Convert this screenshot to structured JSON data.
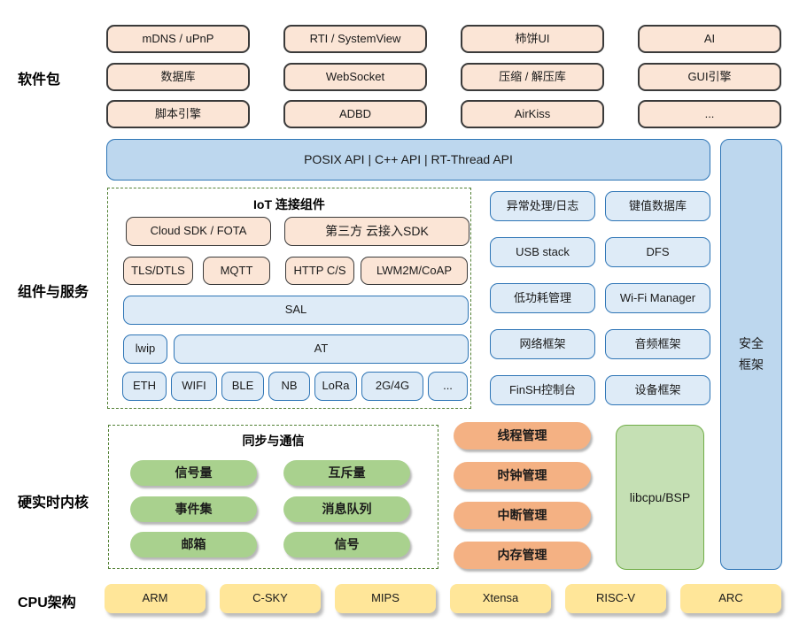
{
  "colors": {
    "peach_fill": "#FBE5D6",
    "peach_border": "#3A3A3A",
    "api_bar_fill": "#BDD7EE",
    "blue_box_fill": "#DEEBF7",
    "blue_border": "#2E75B6",
    "green_pill": "#A9D18E",
    "green_box_fill": "#C5E0B4",
    "green_box_border": "#70AD47",
    "orange_pill": "#F4B183",
    "yellow_fill": "#FFE699",
    "dashed_group_border": "#538135"
  },
  "row_labels": {
    "software_packages": "软件包",
    "components_services": "组件与服务",
    "kernel": "硬实时内核",
    "cpu_arch": "CPU架构"
  },
  "software_packages": {
    "rows": [
      [
        "mDNS / uPnP",
        "RTI / SystemView",
        "柿饼UI",
        "AI"
      ],
      [
        "数据库",
        "WebSocket",
        "压缩 / 解压库",
        "GUI引擎"
      ],
      [
        "脚本引擎",
        "ADBD",
        "AirKiss",
        "..."
      ]
    ]
  },
  "api_bar": {
    "label": "POSIX API   |   C++ API   |   RT-Thread API"
  },
  "security_bar": {
    "label": "安全\n框架"
  },
  "iot": {
    "title": "IoT 连接组件",
    "cloud_sdk": "Cloud SDK / FOTA",
    "third_party": "第三方 云接入SDK",
    "protocols": [
      "TLS/DTLS",
      "MQTT",
      "HTTP C/S",
      "LWM2M/CoAP"
    ],
    "sal": "SAL",
    "lwip": "lwip",
    "at": "AT",
    "links": [
      "ETH",
      "WIFI",
      "BLE",
      "NB",
      "LoRa",
      "2G/4G",
      "..."
    ]
  },
  "services": {
    "rows": [
      [
        "异常处理/日志",
        "键值数据库"
      ],
      [
        "USB stack",
        "DFS"
      ],
      [
        "低功耗管理",
        "Wi-Fi Manager"
      ],
      [
        "网络框架",
        "音频框架"
      ],
      [
        "FinSH控制台",
        "设备框架"
      ]
    ]
  },
  "kernel": {
    "sync_title": "同步与通信",
    "sync_rows": [
      [
        "信号量",
        "互斥量"
      ],
      [
        "事件集",
        "消息队列"
      ],
      [
        "邮箱",
        "信号"
      ]
    ],
    "mgmt": [
      "线程管理",
      "时钟管理",
      "中断管理",
      "内存管理"
    ],
    "libcpu": "libcpu/BSP"
  },
  "cpu_architectures": [
    "ARM",
    "C-SKY",
    "MIPS",
    "Xtensa",
    "RISC-V",
    "ARC"
  ]
}
